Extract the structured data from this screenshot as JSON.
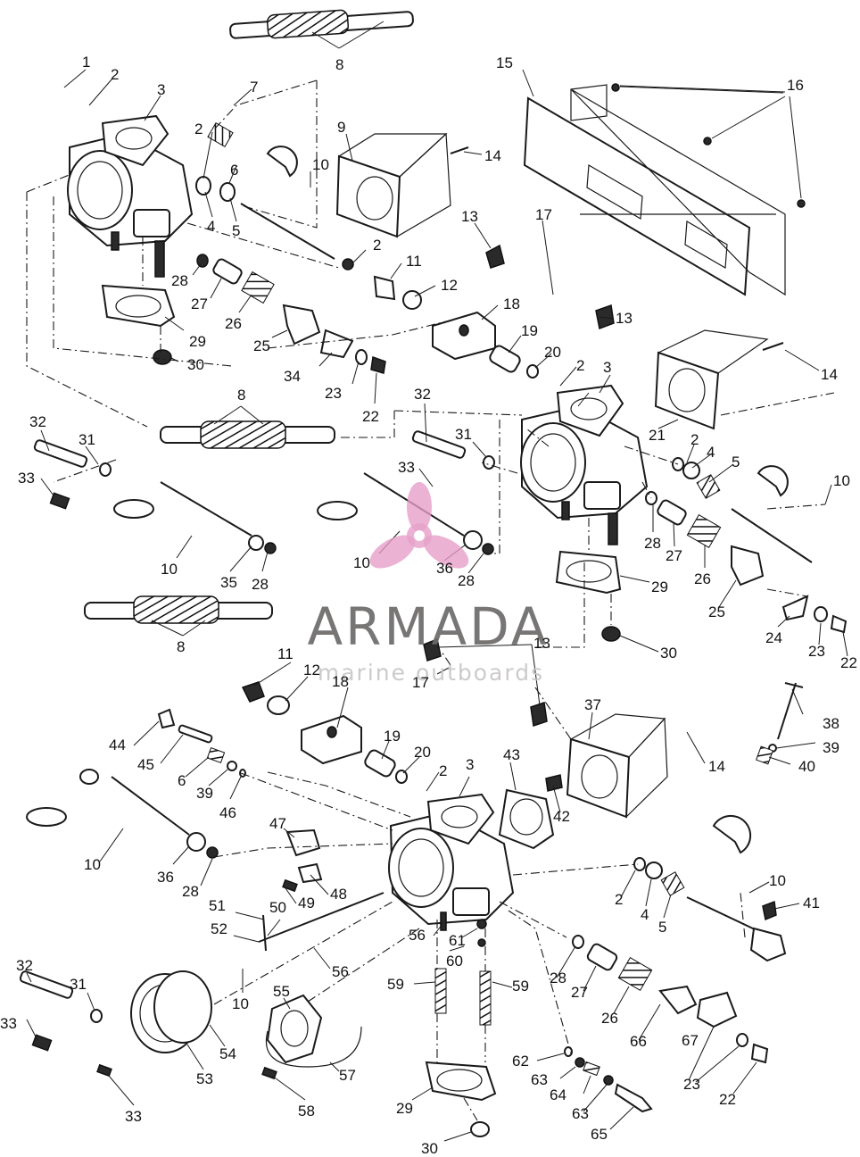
{
  "watermark": {
    "brand": "ARMADA",
    "tagline": "marine outboards"
  },
  "callouts": {
    "n1": "1",
    "n2": "2",
    "n3": "3",
    "n4": "4",
    "n5": "5",
    "n6": "6",
    "n7": "7",
    "n8": "8",
    "n9": "9",
    "n10": "10",
    "n11": "11",
    "n12": "12",
    "n13": "13",
    "n14": "14",
    "n15": "15",
    "n16": "16",
    "n17": "17",
    "n18": "18",
    "n19": "19",
    "n20": "20",
    "n21": "21",
    "n22": "22",
    "n23": "23",
    "n24": "24",
    "n25": "25",
    "n26": "26",
    "n27": "27",
    "n28": "28",
    "n29": "29",
    "n30": "30",
    "n31": "31",
    "n32": "32",
    "n33": "33",
    "n34": "34",
    "n35": "35",
    "n36": "36",
    "n37": "37",
    "n38": "38",
    "n39": "39",
    "n40": "40",
    "n41": "41",
    "n42": "42",
    "n43": "43",
    "n44": "44",
    "n45": "45",
    "n46": "46",
    "n47": "47",
    "n48": "48",
    "n49": "49",
    "n50": "50",
    "n51": "51",
    "n52": "52",
    "n53": "53",
    "n54": "54",
    "n55": "55",
    "n56": "56",
    "n57": "57",
    "n58": "58",
    "n59": "59",
    "n60": "60",
    "n61": "61",
    "n62": "62",
    "n63": "63",
    "n64": "64",
    "n65": "65",
    "n66": "66",
    "n67": "67"
  },
  "colors": {
    "line": "#1a1a1a",
    "watermark_text": "#6d6a6a",
    "watermark_subtext": "#c9c6c6",
    "logo": "#e59cc8"
  },
  "icons": {
    "logo": "propeller-logo-icon"
  }
}
